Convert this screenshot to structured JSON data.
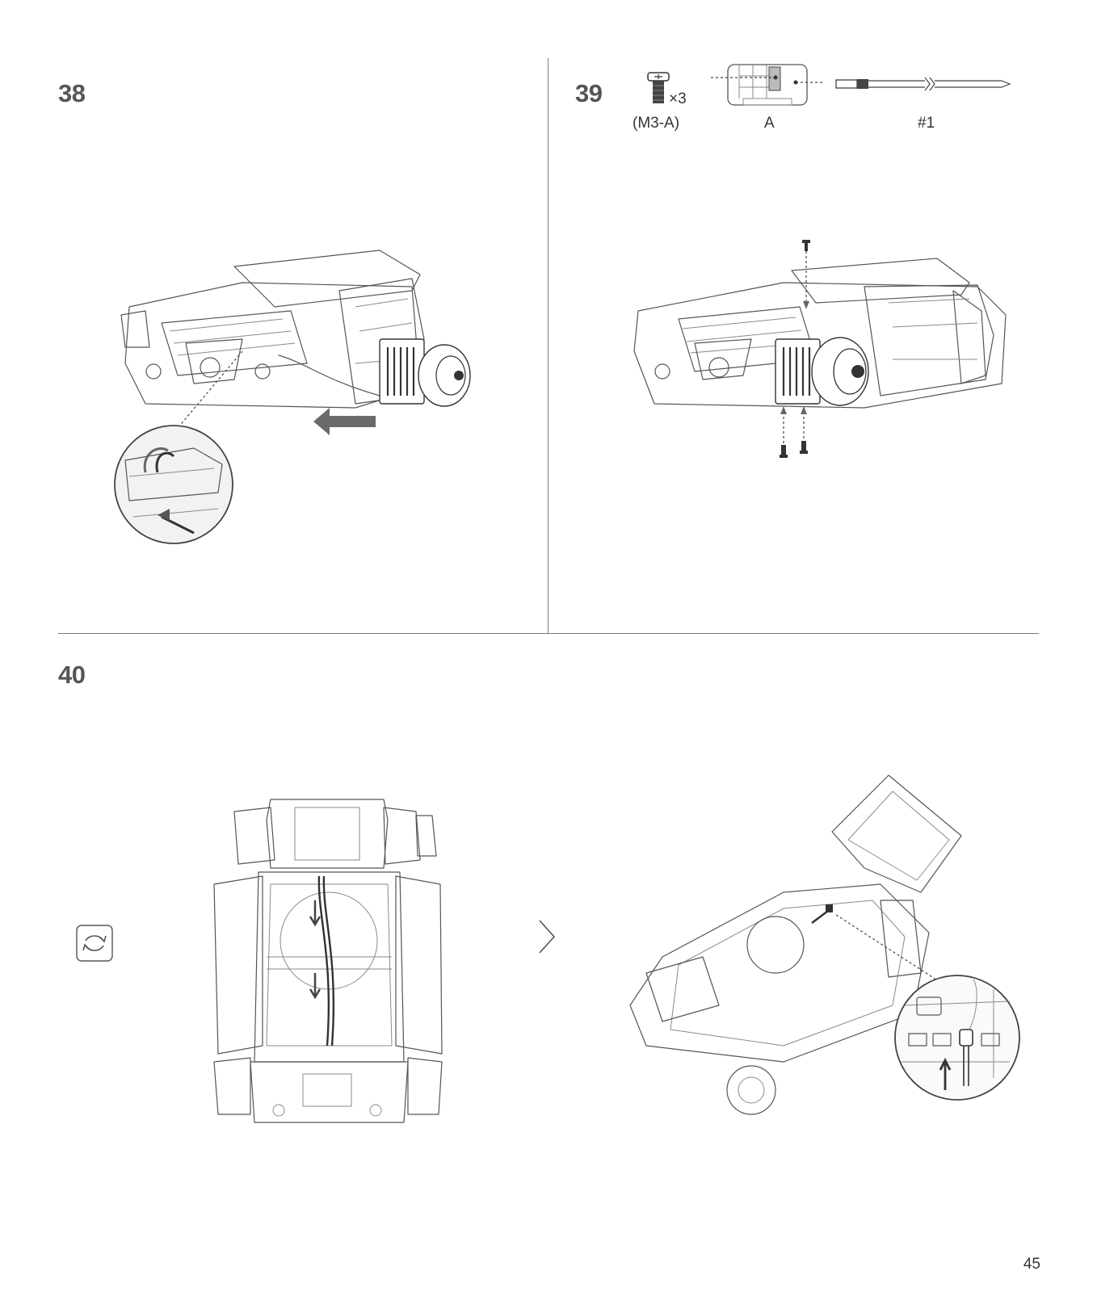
{
  "steps": {
    "s38": {
      "number": "38"
    },
    "s39": {
      "number": "39",
      "parts": {
        "screw_qty": "×3",
        "screw_label": "(M3-A)",
        "tray_label": "A",
        "tool_label": "#1"
      }
    },
    "s40": {
      "number": "40"
    }
  },
  "page": {
    "number": "45"
  },
  "icons": [
    "screw-icon",
    "parts-tray-icon",
    "screwdriver-icon",
    "rotate-icon",
    "next-chevron-icon",
    "push-arrow-icon"
  ],
  "colors": {
    "line": "#555555",
    "arrow": "#666666",
    "divider": "#7a7a7a"
  }
}
